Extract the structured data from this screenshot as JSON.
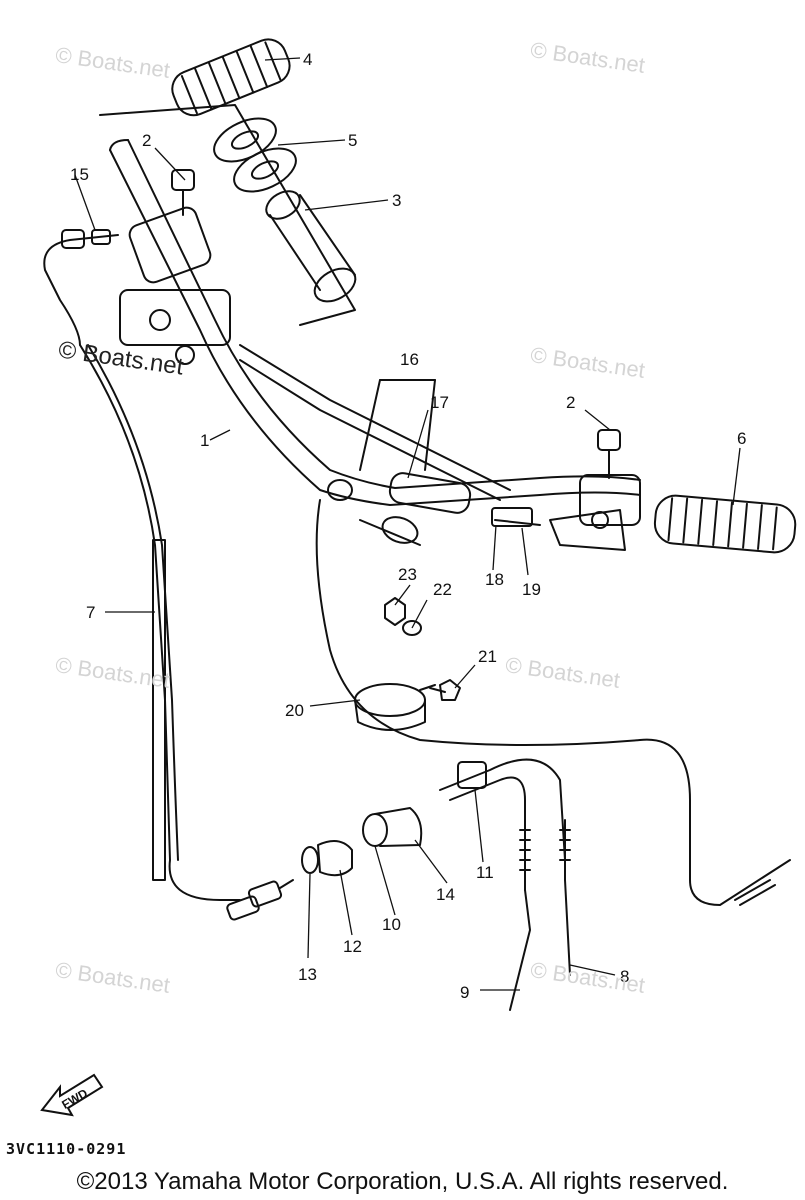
{
  "callouts": [
    "1",
    "2",
    "2",
    "3",
    "4",
    "5",
    "6",
    "7",
    "8",
    "9",
    "10",
    "11",
    "12",
    "13",
    "14",
    "15",
    "16",
    "17",
    "18",
    "19",
    "20",
    "21",
    "22",
    "23"
  ],
  "fwd_label": "FWD",
  "diagram_code": "3VC1110-0291",
  "copyright": "©2013 Yamaha Motor Corporation, U.S.A. All rights reserved.",
  "watermark": "© Boats.net"
}
